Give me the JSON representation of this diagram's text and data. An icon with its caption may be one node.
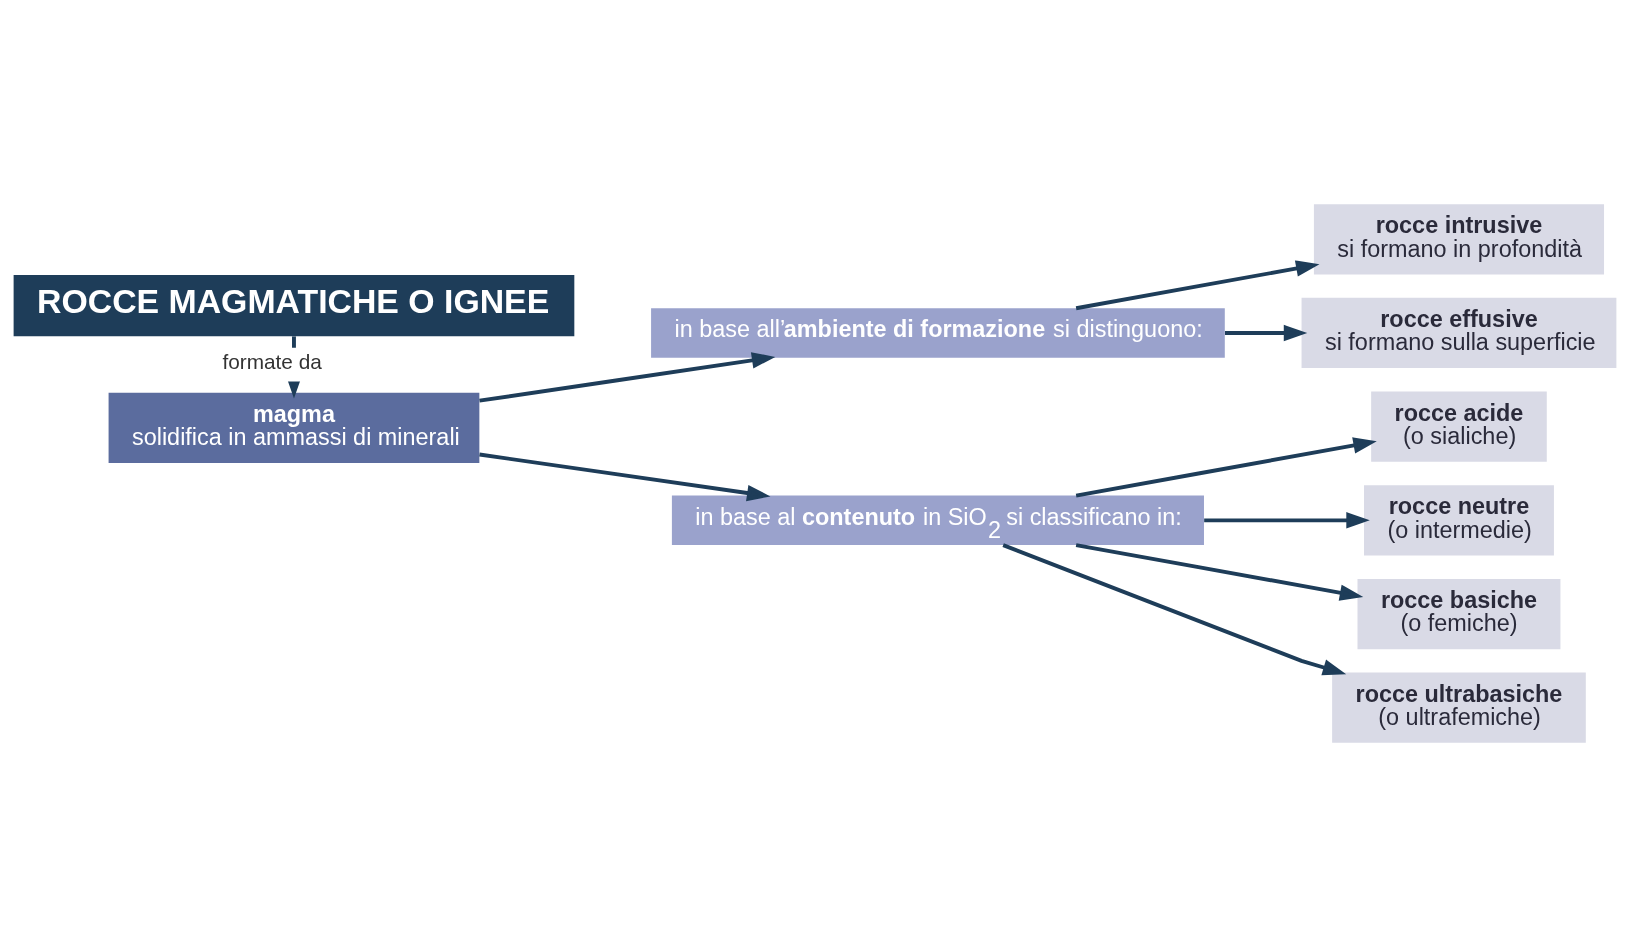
{
  "diagram": {
    "nodes": [
      {
        "text": [
          "ROCCE MAGMATICHE O IGNEE"
        ]
      },
      {
        "text": [
          "magma",
          "solidifica in ammassi di minerali"
        ]
      },
      {
        "text": [
          "in base all’**ambiente di formazione** si distinguono:"
        ]
      },
      {
        "text": [
          "in base al **contenuto** in SiO$_{2}$ si classificano in:"
        ]
      },
      {
        "text": [
          "rocce intrusive",
          "si formano in profondità"
        ]
      },
      {
        "text": [
          "rocce effusive",
          "si formano sulla superficie"
        ]
      },
      {
        "text": [
          "rocce acide",
          "(o sialiche)"
        ]
      },
      {
        "text": [
          "rocce neutre",
          "(o intermedie)"
        ]
      },
      {
        "text": [
          "rocce basiche",
          "(o femiche)"
        ]
      },
      {
        "text": [
          "rocce ultrabasiche",
          "(o ultrafemiche)"
        ]
      }
    ],
    "edges": [
      {
        "from": 0,
        "to": 1,
        "arrow": "to",
        "label": "formate da"
      },
      {
        "from": 1,
        "to": 2,
        "arrow": "to"
      },
      {
        "from": 1,
        "to": 3,
        "arrow": "to"
      },
      {
        "from": 2,
        "to": 4,
        "arrow": "to"
      },
      {
        "from": 2,
        "to": 5,
        "arrow": "to"
      },
      {
        "from": 3,
        "to": 6,
        "arrow": "to"
      },
      {
        "from": 3,
        "to": 7,
        "arrow": "to"
      },
      {
        "from": 3,
        "to": 8,
        "arrow": "to"
      },
      {
        "from": 3,
        "to": 9,
        "arrow": "to"
      }
    ]
  }
}
